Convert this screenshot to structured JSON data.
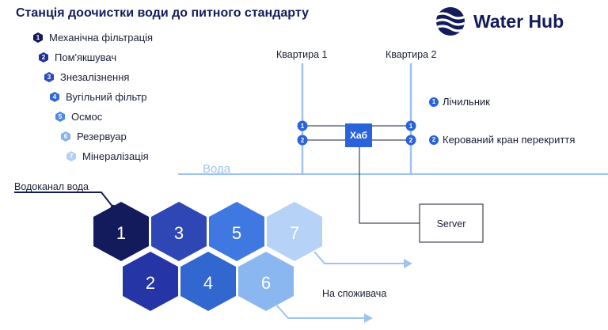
{
  "title": "Станція доочистки води до питного стандарту",
  "brand": {
    "name": "Water Hub",
    "logo_icon": "water-waves-icon"
  },
  "stages": [
    {
      "num": "1",
      "label": "Механічна фільтрація",
      "color": "#131b5c"
    },
    {
      "num": "2",
      "label": "Пом'якшувач",
      "color": "#1f3299"
    },
    {
      "num": "3",
      "label": "Знезалізнення",
      "color": "#2c4bc0"
    },
    {
      "num": "4",
      "label": "Вугільний фільтр",
      "color": "#3469d4"
    },
    {
      "num": "5",
      "label": "Осмос",
      "color": "#4d8ae6"
    },
    {
      "num": "6",
      "label": "Резервуар",
      "color": "#86b3ef"
    },
    {
      "num": "7",
      "label": "Мінералізація",
      "color": "#b5d0f5"
    }
  ],
  "network": {
    "apt1": "Квартира 1",
    "apt2": "Квартира 2",
    "hub": "Хаб",
    "water": "Вода",
    "server": "Server",
    "node1": "1",
    "node2": "2"
  },
  "legend": [
    {
      "num": "1",
      "label": "Лічильник"
    },
    {
      "num": "2",
      "label": "Керований кран перекриття"
    }
  ],
  "inlet": "Водоканал вода",
  "outlet": "На споживача"
}
